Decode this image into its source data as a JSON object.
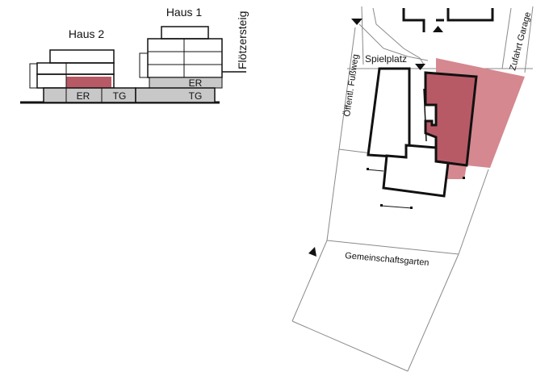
{
  "section": {
    "haus2_label": "Haus 2",
    "haus1_label": "Haus 1",
    "street_label": "Flötzersteig",
    "er_label_haus2": "ER",
    "tg_label_haus2": "TG",
    "er_label_haus1": "ER",
    "tg_label_haus1": "TG"
  },
  "site": {
    "footpath_label": "Öffentl. Fußweg",
    "playground_label": "Spielplatz",
    "garage_access_label": "Zufahrt Garage",
    "garden_label": "Gemeinschaftsgarten"
  },
  "colors": {
    "highlight": "#b85a66",
    "highlight_light": "#d5888f",
    "basement": "#c8c8c8",
    "line": "#111111",
    "thin_line": "#8a8a8a"
  }
}
